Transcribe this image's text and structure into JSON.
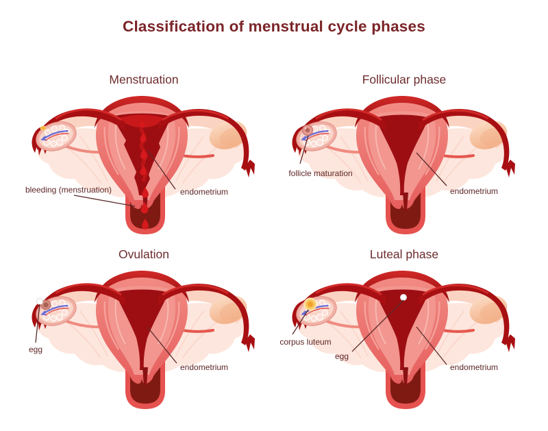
{
  "title": "Classification of menstrual cycle phases",
  "colors": {
    "title_text": "#7b2428",
    "heading_text": "#6d2b2d",
    "label_text": "#5e2526",
    "pointer_line": "#5c2a2b",
    "serosa_dark_red": "#a80f12",
    "serosa_highlight": "#d12a28",
    "myometrium_pink_top": "#f28d85",
    "myometrium_pink_bottom": "#e65e5d",
    "myometrium_striation": "#f6ada5",
    "endometrium_salmon": "#f2968f",
    "endometrium_edge": "#f8bcb3",
    "cavity_dark_red": "#9d0e12",
    "menstrual_blood_red": "#d6191c",
    "menstrual_bright_patch": "#c8181a",
    "vagina_wall_red": "#e5524f",
    "vagina_interior": "#7f1a13",
    "cervical_canal": "#8a1213",
    "tube_peach": "#fbd3c2",
    "ligament_pale_pink": "#fde6dd",
    "ligament_striation": "#f7cdbf",
    "ovary_band_red": "#e4574f",
    "ovary_band_pink": "#ef8b80",
    "right_ovary_light": "#fbd9c0",
    "right_ovary_dark": "#f2b088",
    "ovary_cut_outer": "#f1b0a6",
    "ovary_cut_inner": "#f9d6c9",
    "follicle_pink": "#fcdfd6",
    "vessel_blue": "#6a6fd8",
    "vessel_red": "#e14b49",
    "corpus_luteum_ring": "#fbd584",
    "corpus_luteum_mid": "#f8c055",
    "corpus_luteum_core": "#f1a12b",
    "maturing_follicle": "#e49b92",
    "ruptured_follicle": "#cf8a7d",
    "yellow_body_small": "#f3b33d",
    "egg_white": "#ffffff"
  },
  "panels": [
    {
      "id": "menstruation",
      "heading": "Menstruation",
      "labels": [
        {
          "id": "bleeding",
          "text": "bleeding (menstruation)"
        },
        {
          "id": "endometrium",
          "text": "endometrium"
        }
      ]
    },
    {
      "id": "follicular",
      "heading": "Follicular phase",
      "labels": [
        {
          "id": "follicle-maturation",
          "text": "follicle maturation"
        },
        {
          "id": "endometrium",
          "text": "endometrium"
        }
      ]
    },
    {
      "id": "ovulation",
      "heading": "Ovulation",
      "labels": [
        {
          "id": "egg",
          "text": "egg"
        },
        {
          "id": "endometrium",
          "text": "endometrium"
        }
      ]
    },
    {
      "id": "luteal",
      "heading": "Luteal phase",
      "labels": [
        {
          "id": "corpus-luteum",
          "text": "corpus luteum"
        },
        {
          "id": "egg",
          "text": "egg"
        },
        {
          "id": "endometrium",
          "text": "endometrium"
        }
      ]
    }
  ]
}
